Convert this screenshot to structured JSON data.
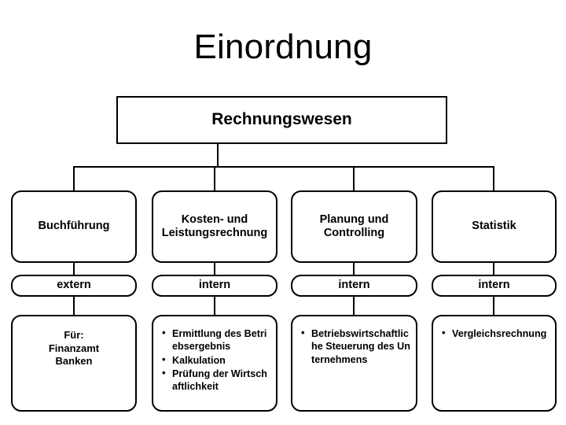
{
  "slide": {
    "title": "Einordnung",
    "root": {
      "label": "Rechnungswesen"
    },
    "columns": [
      {
        "category": "Buchführung",
        "scope": "extern",
        "detail_kind": "text",
        "detail_lines": [
          "Für:",
          "Finanzamt",
          "Banken"
        ],
        "detail_bullets": []
      },
      {
        "category": "Kosten- und Leistungsrechnung",
        "scope": "intern",
        "detail_kind": "bullets",
        "detail_lines": [],
        "detail_bullets": [
          "Ermittlung des Betriebsergebnis",
          "Kalkulation",
          "Prüfung der Wirtschaftlichkeit"
        ]
      },
      {
        "category": "Planung und Controlling",
        "scope": "intern",
        "detail_kind": "bullets",
        "detail_lines": [],
        "detail_bullets": [
          "Betriebswirtschaftliche Steuerung des Unternehmens"
        ]
      },
      {
        "category": "Statistik",
        "scope": "intern",
        "detail_kind": "bullets",
        "detail_lines": [],
        "detail_bullets": [
          "Vergleichsrechnung"
        ]
      }
    ],
    "colors": {
      "background": "#ffffff",
      "stroke": "#000000",
      "text": "#000000"
    }
  }
}
